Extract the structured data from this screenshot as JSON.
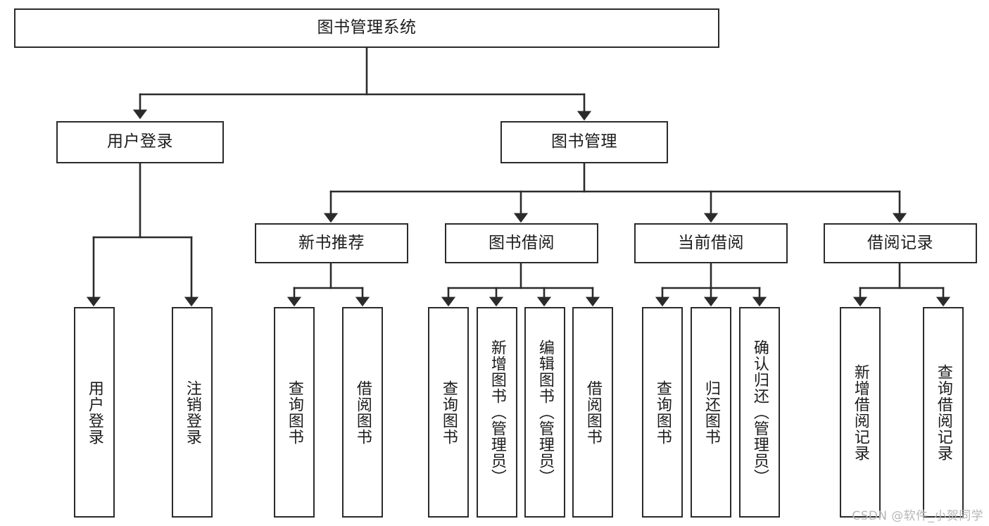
{
  "diagram": {
    "type": "tree-hierarchy-chart",
    "title": "图书管理系统",
    "orientation": "top-down",
    "line_color": "#2b2b2b",
    "box_fill": "#ffffff",
    "text_color": "#1c1c1c",
    "root": {
      "id": "root",
      "label": "图书管理系统"
    },
    "level2": [
      {
        "id": "user-login",
        "label": "用户登录"
      },
      {
        "id": "book-management",
        "label": "图书管理"
      }
    ],
    "level3": [
      {
        "id": "new-book-recommend",
        "label": "新书推荐",
        "parent": "book-management"
      },
      {
        "id": "book-borrow",
        "label": "图书借阅",
        "parent": "book-management"
      },
      {
        "id": "current-borrow",
        "label": "当前借阅",
        "parent": "book-management"
      },
      {
        "id": "borrow-record",
        "label": "借阅记录",
        "parent": "book-management"
      }
    ],
    "leaves": [
      {
        "id": "leaf-user-login",
        "label": "用户登录",
        "parent": "user-login"
      },
      {
        "id": "leaf-logout-login",
        "label": "注销登录",
        "parent": "user-login"
      },
      {
        "id": "leaf-query-book-1",
        "label": "查询图书",
        "parent": "new-book-recommend"
      },
      {
        "id": "leaf-borrow-book-1",
        "label": "借阅图书",
        "parent": "new-book-recommend"
      },
      {
        "id": "leaf-query-book-2",
        "label": "查询图书",
        "parent": "book-borrow"
      },
      {
        "id": "leaf-add-book-admin",
        "label": "新增图书（管理员）",
        "parent": "book-borrow"
      },
      {
        "id": "leaf-edit-book-admin",
        "label": "编辑图书（管理员）",
        "parent": "book-borrow"
      },
      {
        "id": "leaf-borrow-book-2",
        "label": "借阅图书",
        "parent": "book-borrow"
      },
      {
        "id": "leaf-query-book-3",
        "label": "查询图书",
        "parent": "current-borrow"
      },
      {
        "id": "leaf-return-book",
        "label": "归还图书",
        "parent": "current-borrow"
      },
      {
        "id": "leaf-confirm-return-admin",
        "label": "确认归还（管理员）",
        "parent": "current-borrow"
      },
      {
        "id": "leaf-add-borrow-record",
        "label": "新增借阅记录",
        "parent": "borrow-record"
      },
      {
        "id": "leaf-query-borrow-record",
        "label": "查询借阅记录",
        "parent": "borrow-record"
      }
    ]
  },
  "watermark": {
    "text": "CSDN @软件_小贺同学"
  }
}
